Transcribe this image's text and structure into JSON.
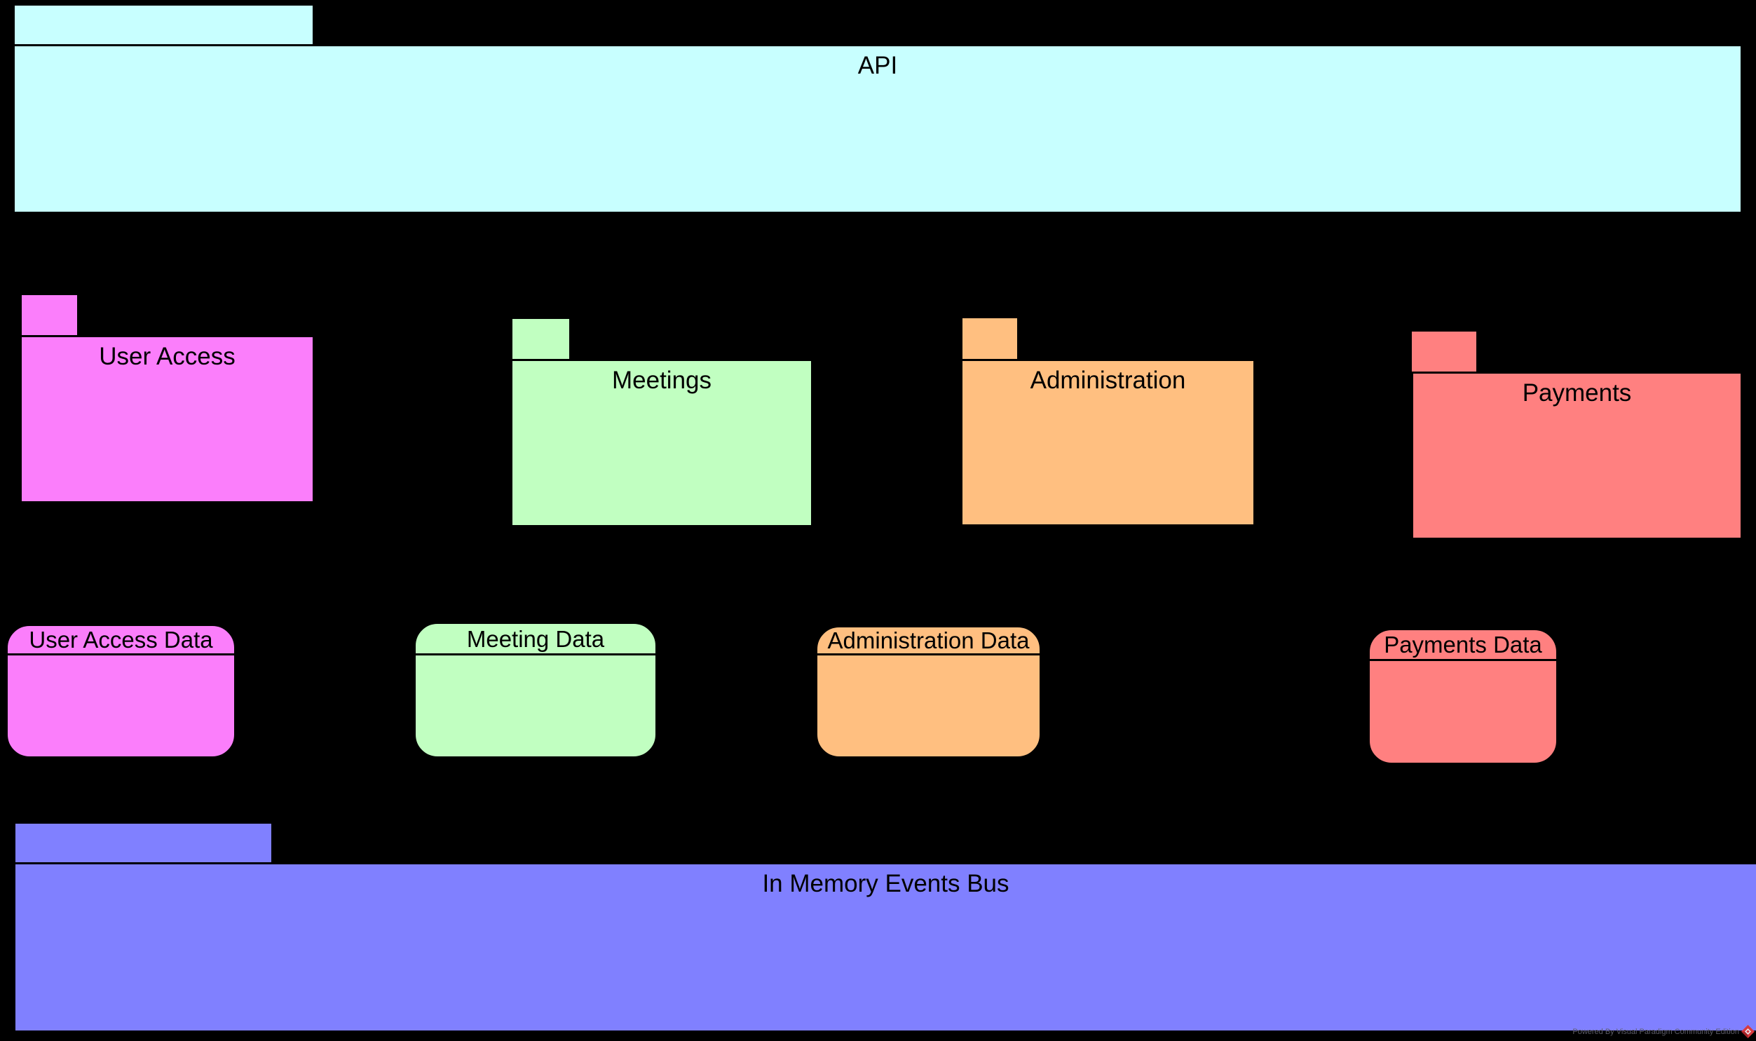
{
  "diagram_type": "uml-package-diagram",
  "background": "#000000",
  "packages": {
    "api": {
      "label": "API",
      "color": "#c8ffff"
    },
    "user_access": {
      "label": "User Access",
      "color": "#fb7efb"
    },
    "meetings": {
      "label": "Meetings",
      "color": "#c1ffc1"
    },
    "administration": {
      "label": "Administration",
      "color": "#ffbf80"
    },
    "payments": {
      "label": "Payments",
      "color": "#ff8080"
    },
    "events_bus": {
      "label": "In Memory Events Bus",
      "color": "#8080ff"
    }
  },
  "datastores": {
    "user_access_data": {
      "label": "User Access Data",
      "color": "#fb7efb"
    },
    "meeting_data": {
      "label": "Meeting Data",
      "color": "#c1ffc1"
    },
    "administration_data": {
      "label": "Administration Data",
      "color": "#ffbf80"
    },
    "payments_data": {
      "label": "Payments Data",
      "color": "#ff8080"
    }
  },
  "watermark": {
    "text": "Powered By Visual Paradigm Community Edition",
    "logo": "visual-paradigm-diamond-icon",
    "text_color": "#5d5d68",
    "logo_color": "#d93a3f"
  }
}
